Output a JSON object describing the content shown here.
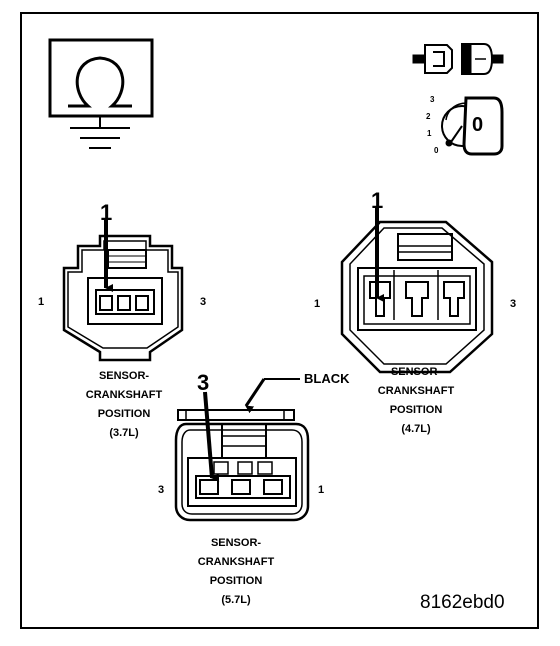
{
  "connectors": [
    {
      "name_line1": "SENSOR-",
      "name_line2": "CRANKSHAFT",
      "name_line3": "POSITION",
      "engine": "(3.7L)",
      "callout": "1",
      "pin_left": "1",
      "pin_right": "3"
    },
    {
      "name_line1": "SENSOR-",
      "name_line2": "CRANKSHAFT",
      "name_line3": "POSITION",
      "engine": "(4.7L)",
      "callout": "1",
      "pin_left": "1",
      "pin_right": "3"
    },
    {
      "name_line1": "SENSOR-",
      "name_line2": "CRANKSHAFT",
      "name_line3": "POSITION",
      "engine": "(5.7L)",
      "callout": "3",
      "pin_left": "3",
      "pin_right": "1",
      "wire_color": "BLACK"
    }
  ],
  "ignition_positions": [
    "3",
    "2",
    "1",
    "0"
  ],
  "ignition_key_label": "0",
  "icons": [
    "ohmmeter-ground-icon",
    "disconnect-connector-icon",
    "ignition-key-off-icon"
  ],
  "figure_id": "8162ebd0"
}
